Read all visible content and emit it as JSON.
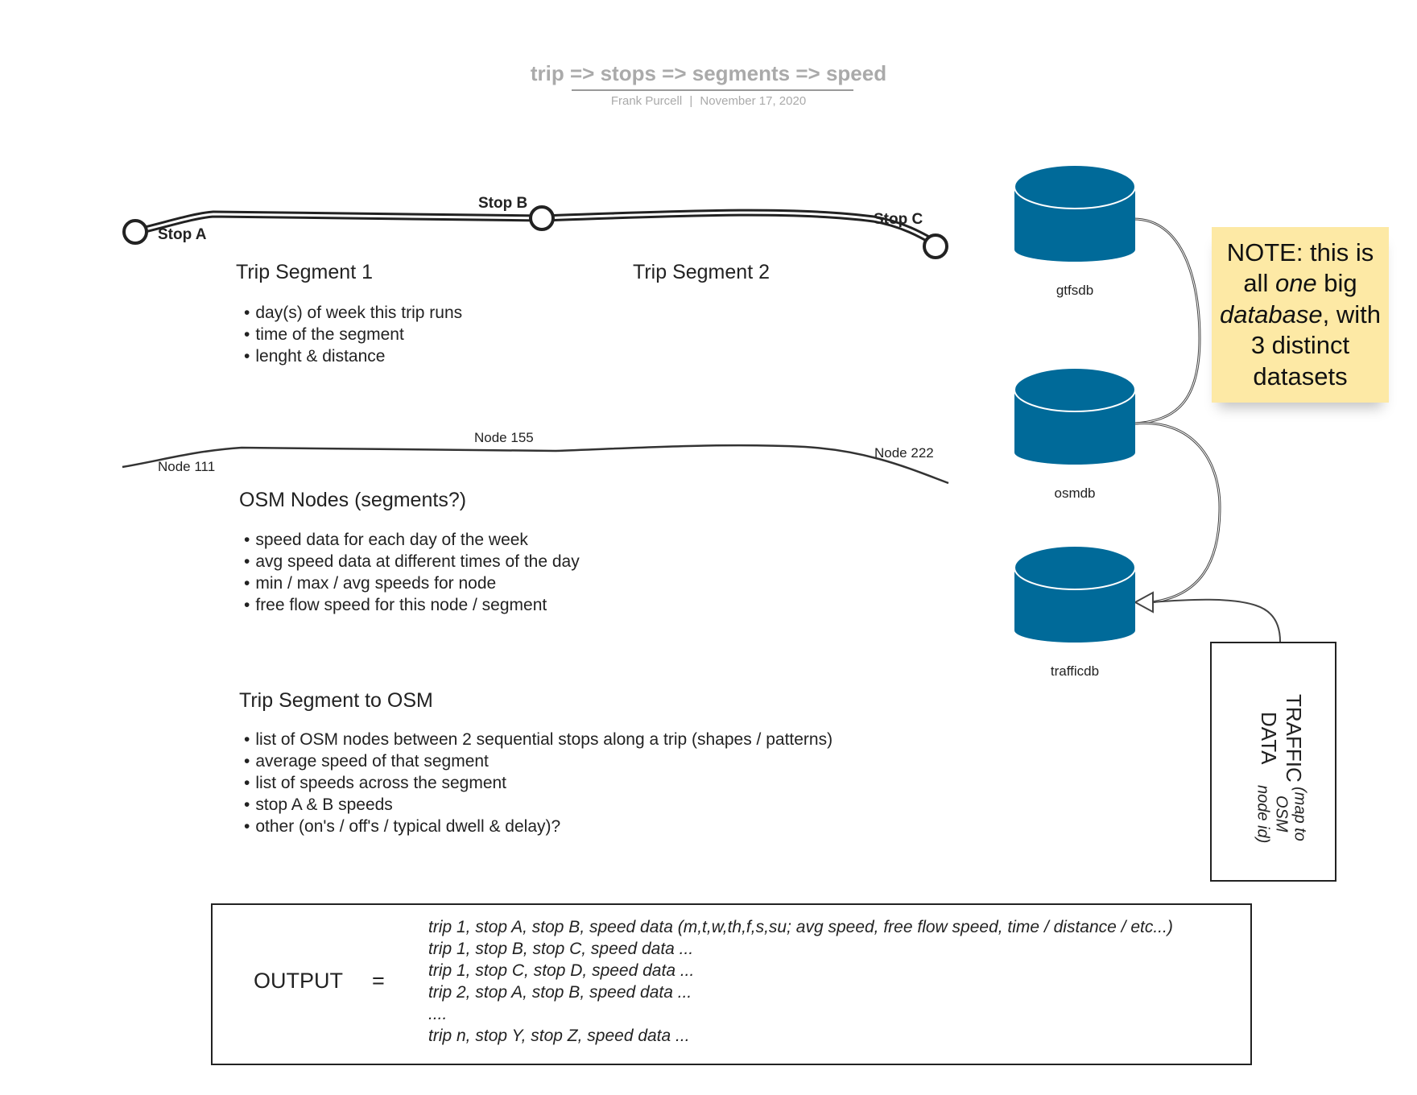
{
  "header": {
    "title": "trip => stops => segments => speed",
    "author": "Frank Purcell",
    "separator": "|",
    "date": "November 17, 2020"
  },
  "trip_line": {
    "stops": [
      "Stop A",
      "Stop B",
      "Stop C"
    ],
    "segment_1": "Trip Segment 1",
    "segment_2": "Trip Segment 2",
    "segment_bullets": [
      "day(s) of week this trip runs",
      "time of the segment",
      "lenght & distance"
    ]
  },
  "osm_line": {
    "nodes": [
      "Node 111",
      "Node 155",
      "Node 222"
    ],
    "title": "OSM Nodes (segments?)",
    "bullets": [
      "speed data for each day of the week",
      "avg speed data at different times of the day",
      "min / max / avg speeds for node",
      "free flow speed for this node / segment"
    ]
  },
  "mapping": {
    "title": "Trip Segment to OSM",
    "bullets": [
      "list of OSM nodes between 2 sequential stops along a trip (shapes / patterns)",
      "average speed of that segment",
      "list of speeds across the segment",
      "stop A & B speeds",
      "other (on's / off's / typical dwell & delay)?"
    ]
  },
  "databases": [
    "gtfsdb",
    "osmdb",
    "trafficdb"
  ],
  "db_color": "#006a99",
  "note": {
    "line1": "NOTE: this is",
    "line2_pre": "all ",
    "line2_em": "one",
    "line2_post": " big",
    "line3_em": "database",
    "line3_post": ", with",
    "line4": "3 distinct",
    "line5": "datasets",
    "color": "#fde9a5"
  },
  "traffic_box": {
    "title": "TRAFFIC DATA",
    "subtitle": "(map to OSM node id)"
  },
  "output": {
    "label": "OUTPUT",
    "equals": "=",
    "lines": [
      "trip 1, stop A, stop B, speed data (m,t,w,th,f,s,su; avg speed, free flow speed, time / distance / etc...)",
      "trip 1, stop B, stop C, speed data ...",
      "trip 1, stop C, stop D, speed data ...",
      "trip 2, stop A, stop B, speed data ...",
      "....",
      "trip n, stop Y, stop Z, speed data ..."
    ]
  }
}
